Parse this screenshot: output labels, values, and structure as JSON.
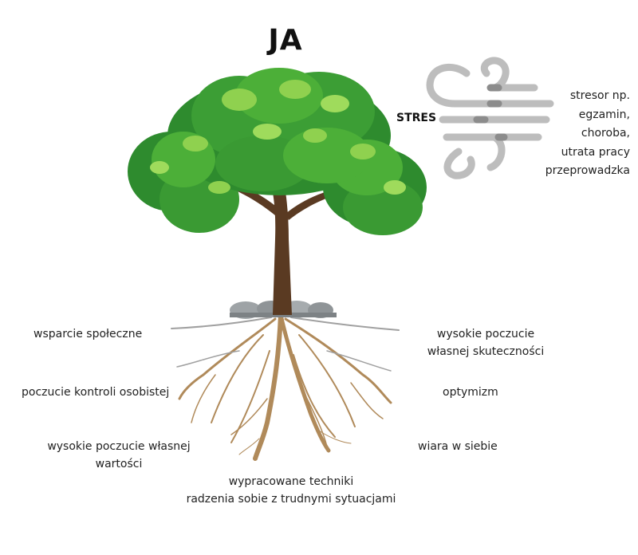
{
  "title": "JA",
  "stress": {
    "label": "STRES",
    "stressor_lines": [
      "stresor np.",
      "egzamin,",
      "choroba,",
      "utrata pracy",
      "przeprowadzka"
    ]
  },
  "roots": {
    "left": [
      {
        "lines": [
          "wsparcie społeczne"
        ]
      },
      {
        "lines": [
          "poczucie kontroli osobistej"
        ]
      },
      {
        "lines": [
          "wysokie poczucie własnej",
          "wartości"
        ]
      }
    ],
    "right": [
      {
        "lines": [
          "wysokie poczucie",
          "własnej skuteczności"
        ]
      },
      {
        "lines": [
          "optymizm"
        ]
      },
      {
        "lines": [
          "wiara w siebie"
        ]
      }
    ],
    "bottom": {
      "lines": [
        "wypracowane techniki",
        "radzenia sobie z trudnymi sytuacjami"
      ]
    }
  },
  "colors": {
    "leaf_dark": "#2e8b2e",
    "leaf_mid": "#4caf38",
    "leaf_light": "#8fd14f",
    "trunk": "#5a3a22",
    "root": "#b08a5a",
    "wind": "#bdbdbd",
    "stone": "#9ea3a6"
  },
  "icons": [
    "tree-illustration",
    "wind-icon",
    "roots-illustration",
    "stones-icon"
  ]
}
